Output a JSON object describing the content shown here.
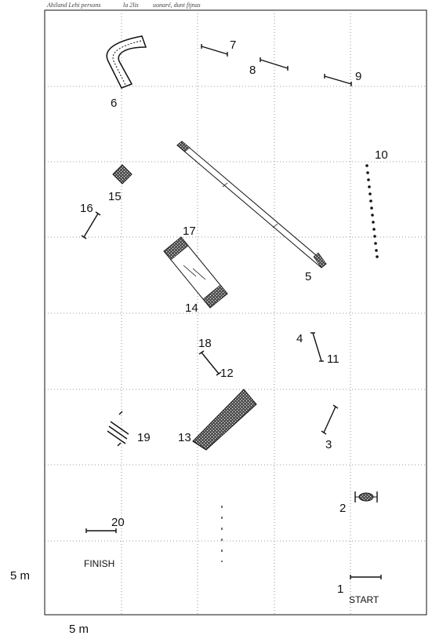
{
  "header": {
    "judge": "Ahiland Lehi persons",
    "class": "la 2lis",
    "note": "uonaré, dunt fijnas"
  },
  "scale": {
    "vertical_label": "5 m",
    "horizontal_label": "5 m"
  },
  "labels": {
    "start": "START",
    "finish": "FINISH"
  },
  "obstacle_numbers": {
    "n1": "1",
    "n2": "2",
    "n3": "3",
    "n4": "4",
    "n5": "5",
    "n6": "6",
    "n7": "7",
    "n8": "8",
    "n9": "9",
    "n10": "10",
    "n11": "11",
    "n12": "12",
    "n13": "13",
    "n14": "14",
    "n15": "15",
    "n16": "16",
    "n17": "17",
    "n18": "18",
    "n19": "19",
    "n20": "20"
  }
}
